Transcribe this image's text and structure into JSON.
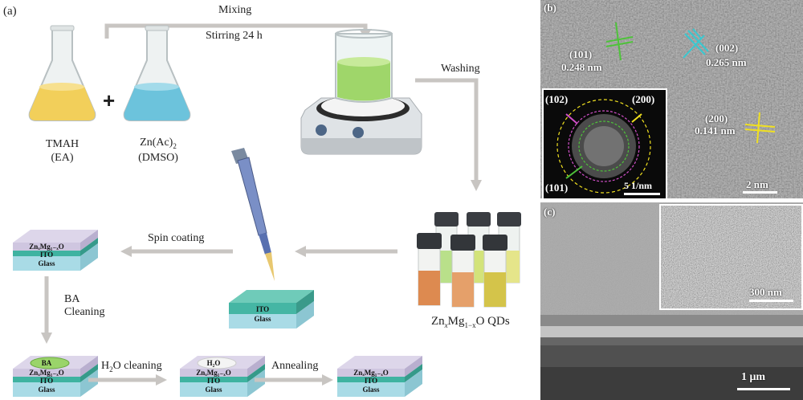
{
  "panel_a": {
    "label": "(a)",
    "mixing": "Mixing",
    "stirring": "Stirring 24 h",
    "plus": "+",
    "reagent1": {
      "name": "TMAH",
      "solvent": "(EA)"
    },
    "reagent2": {
      "name": "Zn(Ac)",
      "sub": "2",
      "solvent": "(DMSO)"
    },
    "washing": "Washing",
    "qds_label": {
      "a": "Zn",
      "x": "x",
      "b": "Mg",
      "sub": "1−x",
      "c": "O QDs"
    },
    "spin_coating": "Spin coating",
    "ba_cleaning": [
      "BA",
      "Cleaning"
    ],
    "h2o_cleaning": {
      "a": "H",
      "sub": "2",
      "b": "O cleaning"
    },
    "annealing": "Annealing",
    "layers": {
      "film": "ZnₓMg₁₋ₓO",
      "ito": "ITO",
      "glass": "Glass"
    },
    "droplets": {
      "ba": "BA",
      "h2o": "H₂O"
    }
  },
  "panel_b": {
    "label": "(b)",
    "fringes": [
      {
        "plane": "(101)",
        "spacing": "0.248 nm"
      },
      {
        "plane": "(002)",
        "spacing": "0.265 nm"
      },
      {
        "plane": "(200)",
        "spacing": "0.141 nm"
      }
    ],
    "fft": {
      "rings": [
        "(102)",
        "(200)",
        "(101)"
      ],
      "scale": "5 1/nm"
    },
    "scale": "2 nm"
  },
  "panel_c": {
    "label": "(c)",
    "scale": "1 μm",
    "inset_scale": "300 nm"
  },
  "colors": {
    "ito": "#3fb3a1",
    "glass": "#a9dbe6",
    "film": "#d9d3e6",
    "arrow": "#c8c5c2",
    "green": "#4ec23a",
    "cyan": "#38c8d0",
    "yellow": "#f0e020",
    "magenta": "#d050c8"
  }
}
